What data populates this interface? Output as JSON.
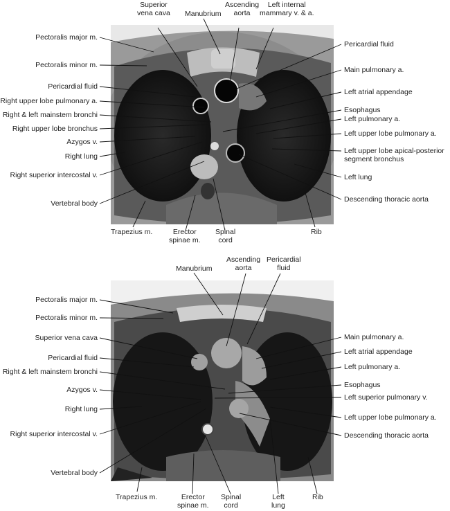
{
  "top": {
    "top_labels": {
      "svc": "Superior\nvena cava",
      "manubrium": "Manubrium",
      "asc_aorta": "Ascending\naorta",
      "lima": "Left internal\nmammary v. & a."
    },
    "left_labels": [
      "Pectoralis major m.",
      "Pectoralis minor m.",
      "Pericardial fluid",
      "Right upper lobe pulmonary a.",
      "Right & left mainstem bronchi",
      "Right upper lobe bronchus",
      "Azygos v.",
      "Right lung",
      "Right superior intercostal v.",
      "Vertebral body"
    ],
    "right_labels": [
      "Pericardial fluid",
      "Main pulmonary a.",
      "Left atrial appendage",
      "Esophagus",
      "Left pulmonary a.",
      "Left upper lobe pulmonary a.",
      "Left upper lobe apical-posterior\nsegment bronchus",
      "Left lung",
      "Descending thoracic aorta"
    ],
    "bottom_labels": {
      "trapezius": "Trapezius m.",
      "erector": "Erector\nspinae m.",
      "spinal": "Spinal\ncord",
      "rib": "Rib"
    }
  },
  "bottom": {
    "top_labels": {
      "manubrium": "Manubrium",
      "asc_aorta": "Ascending\naorta",
      "peri": "Pericardial\nfluid"
    },
    "left_labels": [
      "Pectoralis major m.",
      "Pectoralis minor m.",
      "Superior vena cava",
      "Pericardial fluid",
      "Right & left mainstem bronchi",
      "Azygos v.",
      "Right lung",
      "Right superior intercostal v.",
      "Vertebral body"
    ],
    "right_labels": [
      "Main pulmonary a.",
      "Left atrial appendage",
      "Left pulmonary a.",
      "Esophagus",
      "Left superior pulmonary v.",
      "Left upper lobe pulmonary a.",
      "Descending thoracic aorta"
    ],
    "bottom_labels": {
      "trapezius": "Trapezius m.",
      "erector": "Erector\nspinae m.",
      "spinal": "Spinal\ncord",
      "left_lung": "Left\nlung",
      "rib": "Rib"
    }
  }
}
